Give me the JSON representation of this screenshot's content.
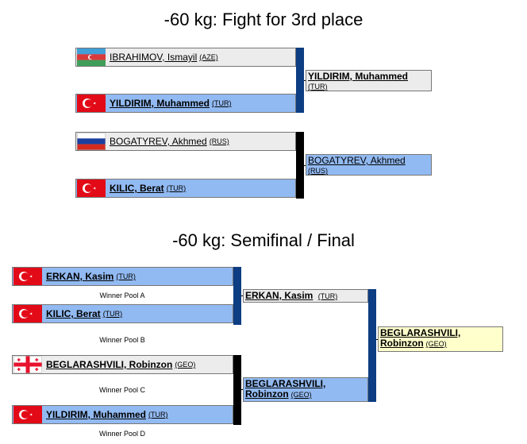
{
  "bronze": {
    "title": "-60 kg: Fight for 3rd place",
    "bouts": [
      {
        "athletes": [
          {
            "name": "IBRAHIMOV, Ismayil",
            "nat": "(AZE)",
            "flag": "aze",
            "winner": false
          },
          {
            "name": "YILDIRIM, Muhammed",
            "nat": "(TUR)",
            "flag": "tur",
            "winner": true
          }
        ],
        "result": {
          "name": "YILDIRIM, Muhammed",
          "nat": "(TUR)"
        }
      },
      {
        "athletes": [
          {
            "name": "BOGATYREV, Akhmed",
            "nat": "(RUS)",
            "flag": "rus",
            "winner": false
          },
          {
            "name": "KILIC, Berat",
            "nat": "(TUR)",
            "flag": "tur",
            "winner": true
          }
        ],
        "result": {
          "name": "BOGATYREV, Akhmed",
          "nat": "(RUS)"
        }
      }
    ]
  },
  "final": {
    "title": "-60 kg: Semifinal / Final",
    "athletes": [
      {
        "name": "ERKAN, Kasim",
        "nat": "(TUR)",
        "flag": "tur",
        "pool": "Winner Pool A"
      },
      {
        "name": "KILIC, Berat",
        "nat": "(TUR)",
        "flag": "tur",
        "pool": "Winner Pool B"
      },
      {
        "name": "BEGLARASHVILI, Robinzon",
        "nat": "(GEO)",
        "flag": "geo",
        "pool": "Winner Pool C"
      },
      {
        "name": "YILDIRIM, Muhammed",
        "nat": "(TUR)",
        "flag": "tur",
        "pool": "Winner Pool D"
      }
    ],
    "semifinals": [
      {
        "name": "ERKAN, Kasim",
        "nat": "(TUR)"
      },
      {
        "name_line1": "BEGLARASHVILI,",
        "name_line2": "Robinzon",
        "nat": "(GEO)"
      }
    ],
    "champion": {
      "name_line1": "BEGLARASHVILI,",
      "name_line2": "Robinzon",
      "nat": "(GEO)"
    }
  },
  "colors": {
    "loser_bg": "#ececec",
    "winner_bg": "#92baf2",
    "champion_bg": "#ffffcc",
    "bracket_blue": "#0d3d82",
    "bracket_black": "#000000"
  }
}
